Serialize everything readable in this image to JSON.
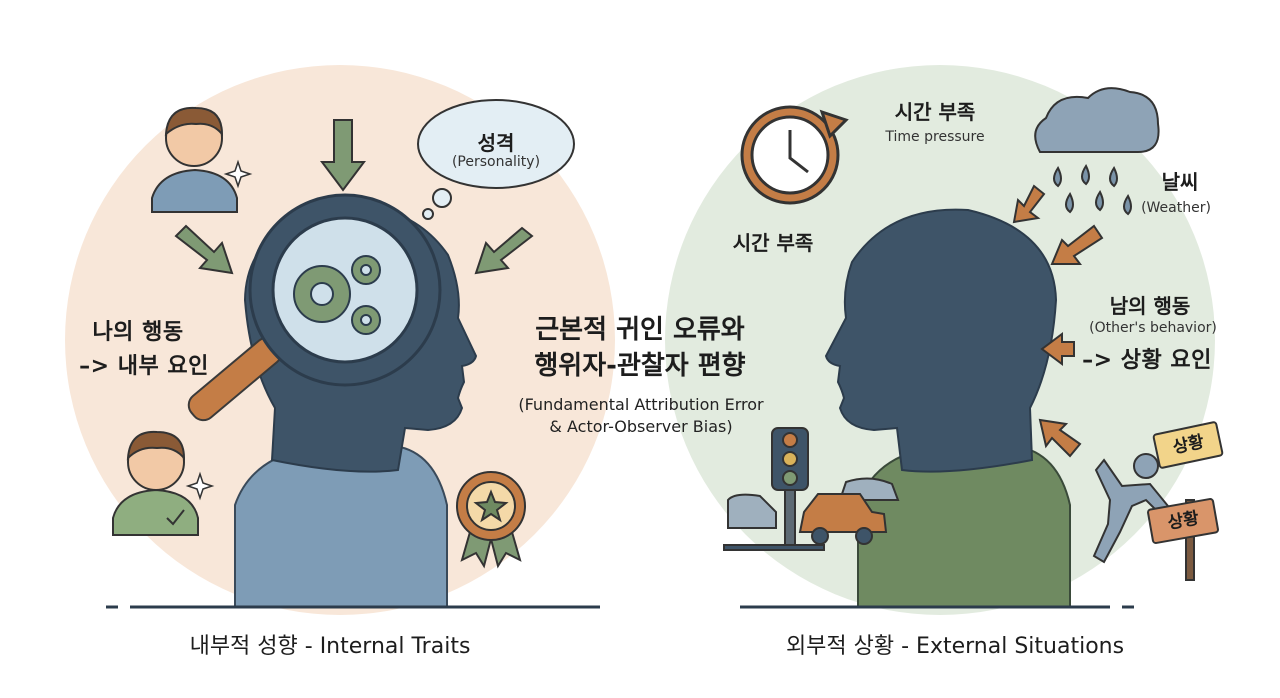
{
  "left": {
    "cloud_ko": "성격",
    "cloud_en": "(Personality)",
    "own_behavior_ko": "나의 행동",
    "own_behavior_attr": "–> 내부 요인",
    "caption": "내부적 성향 - Internal Traits"
  },
  "center": {
    "line1": "근본적 귀인 오류와",
    "line2": "행위자-관찰자 편향",
    "en_line1": "(Fundamental Attribution Error",
    "en_line2": "& Actor-Observer Bias)"
  },
  "right": {
    "time_ko_top": "시간 부족",
    "time_en": "Time pressure",
    "time_ko_left": "시간 부족",
    "weather_ko": "날씨",
    "weather_en": "(Weather)",
    "other_behavior_ko": "남의 행동",
    "other_behavior_en": "(Other's behavior)",
    "other_behavior_attr": "–> 상황 요인",
    "sign1": "상황",
    "sign2": "상황",
    "caption": "외부적 상황 - External Situations"
  },
  "colors": {
    "left_bg": "#f8e7d9",
    "right_bg": "#e2ebdf",
    "head": "#3e5468",
    "shirt_left": "#7e9cb6",
    "shirt_right": "#6f8a61",
    "arrow_green": "#7f9a74",
    "arrow_orange": "#c47d46"
  }
}
